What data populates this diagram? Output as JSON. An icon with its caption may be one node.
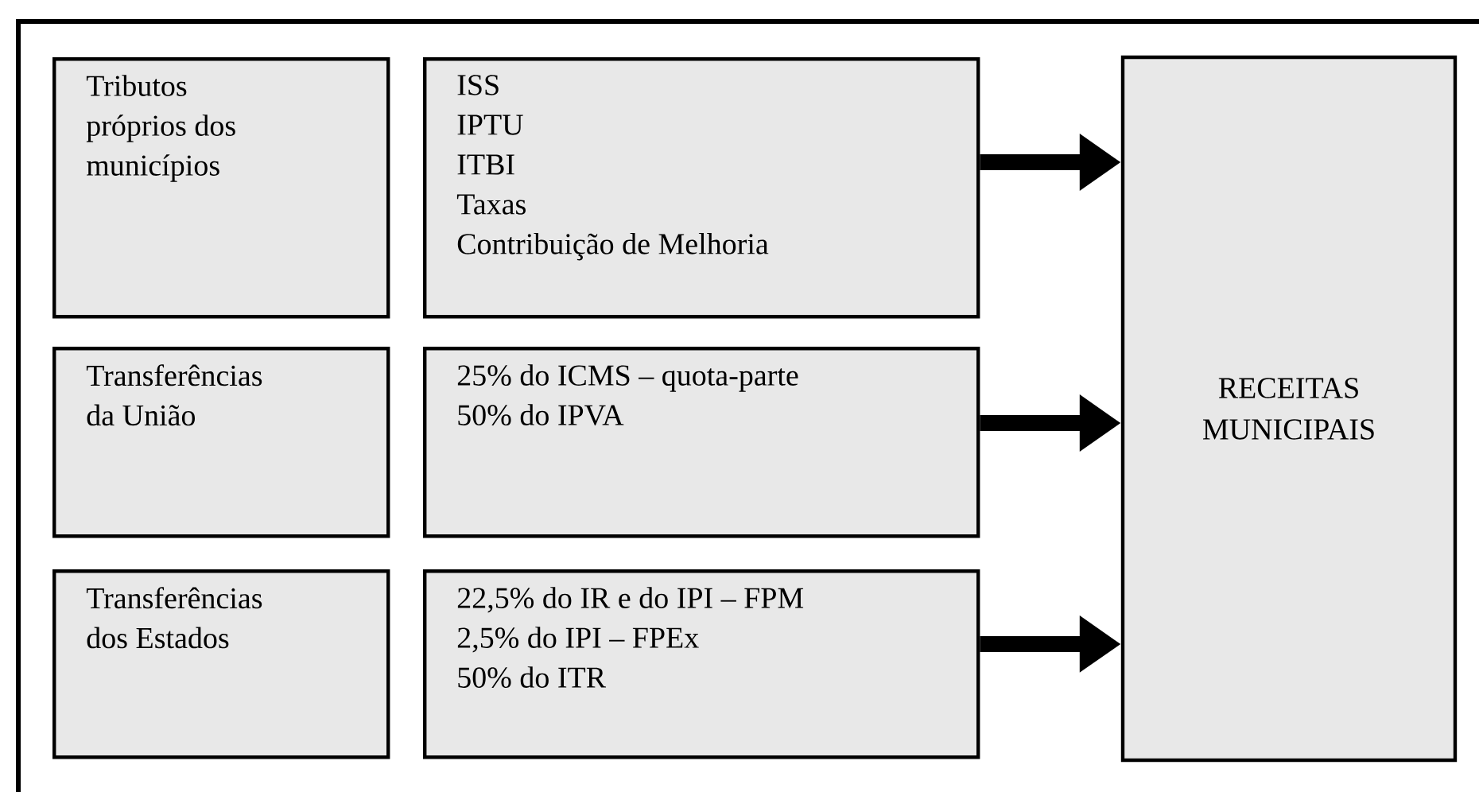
{
  "diagram": {
    "nodes": [
      {
        "text": [
          "Tributos próprios dos municípios"
        ]
      },
      {
        "text": [
          "ISS",
          "IPTU",
          "ITBI",
          "Taxas",
          "Contribuição de Melhoria"
        ]
      },
      {
        "text": [
          "Transferências da União"
        ]
      },
      {
        "text": [
          "25% do ICMS – quota-parte",
          "50% do IPVA"
        ]
      },
      {
        "text": [
          "Transferências dos Estados"
        ]
      },
      {
        "text": [
          "22,5% do IR e do IPI – FPM",
          "2,5% do IPI – FPEx",
          "50% do ITR"
        ]
      },
      {
        "text": [
          "RECEITAS MUNICIPAIS"
        ]
      }
    ],
    "edges": [
      {
        "from": 1,
        "to": 6,
        "arrow": "to"
      },
      {
        "from": 3,
        "to": 6,
        "arrow": "to"
      },
      {
        "from": 5,
        "to": 6,
        "arrow": "to"
      }
    ]
  }
}
